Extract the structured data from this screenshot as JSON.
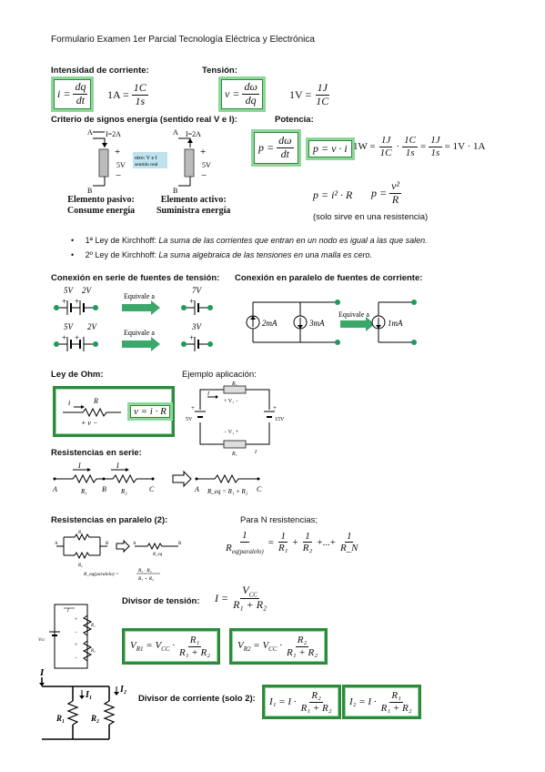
{
  "title": "Formulario Examen 1er Parcial Tecnología Eléctrica y Electrónica",
  "sections": {
    "intensidad": "Intensidad de corriente:",
    "tension": "Tensión:",
    "criterio": "Criterio de signos energía (sentido real V e I):",
    "potencia": "Potencia:",
    "serie_fuentes": "Conexión en serie de fuentes de tensión:",
    "paralelo_fuentes": "Conexión en paralelo de fuentes de corriente:",
    "ohm": "Ley de Ohm:",
    "ejemplo": "Ejemplo aplicación:",
    "res_serie": "Resistencias en serie:",
    "res_paralelo": "Resistencias en paralelo (2):",
    "para_n": "Para N resistencias;",
    "divisor_tension": "Divisor de tensión:",
    "divisor_corriente": "Divisor de corriente (solo 2):"
  },
  "formulas": {
    "i_lhs": "i =",
    "i_num": "dq",
    "i_den": "dt",
    "amp_lhs": "1A =",
    "amp_num": "1C",
    "amp_den": "1s",
    "v_lhs": "v =",
    "v_num": "dω",
    "v_den": "dq",
    "volt_lhs": "1V =",
    "volt_num": "1J",
    "volt_den": "1C",
    "p_lhs": "p =",
    "p_num": "dω",
    "p_den": "dt",
    "p_vi": "p = v · i",
    "w_lhs": "1W =",
    "w_f1n": "1J",
    "w_f1d": "1C",
    "w_f2n": "1C",
    "w_f2d": "1s",
    "w_f3n": "1J",
    "w_f3d": "1s",
    "w_rhs": "= 1V · 1A",
    "p_i2r": "p = i² · R",
    "p_v2r_lhs": "p =",
    "p_v2r_num": "v²",
    "p_v2r_den": "R",
    "solo_resistencia": "(solo sirve en una resistencia)",
    "ohm": "v = i · R",
    "rn_lhs_num": "1",
    "rn_lhs_den": "R",
    "rn_lhs_sub": "eq(paralelo)",
    "rn_terms": [
      "R₁",
      "R₂",
      "R_N"
    ],
    "rn_dots": "+...+",
    "div_i": "I =",
    "div_i_num": "V",
    "div_i_num_sub": "CC",
    "div_i_den": "R₁ + R₂",
    "vr1_lhs": "V",
    "vr1_sub": "R1",
    "vr1_mid": "= V",
    "vr1_midsub": "CC",
    "vr1_num": "R₁",
    "vr2_lhs": "V",
    "vr2_sub": "R2",
    "vr2_num": "R₂",
    "den_r1r2": "R₁ + R₂",
    "i1_lhs": "I₁ = I ·",
    "i1_num": "R₂",
    "i2_lhs": "I₂ = I ·",
    "i2_num": "R₁"
  },
  "kirchhoff": [
    {
      "label": "1ª Ley de Kirchhoff:",
      "text": "La suma de las corrientes que entran en un nodo es igual a las que salen."
    },
    {
      "label": "2º Ley de Kirchhoff:",
      "text": "La suma algebraica de las tensiones en una malla es cero."
    }
  ],
  "circuits": {
    "pasivo_title": "Elemento pasivo:",
    "pasivo_sub": "Consume energía",
    "activo_title": "Elemento activo:",
    "activo_sub": "Suministra energía",
    "note": "otro: V e I sentido real",
    "i2a": "I=2A",
    "v5": "5V",
    "node_a": "A",
    "node_b": "B",
    "node_c": "C",
    "equivale": "Equivale a",
    "s5v": "5V",
    "s2v": "2V",
    "s7v": "7V",
    "s3v": "3V",
    "ma2": "2mA",
    "ma3": "3mA",
    "ma1": "1mA",
    "r_eq": "R_eq = R₁ + R₂",
    "v15": "15V",
    "r_par_eq": "R_eq(paralelo) = R₁·R₂ / (R₁+R₂)",
    "vcc": "Vcc"
  },
  "colors": {
    "box_light": "#8fd69a",
    "box_dark": "#2d8a3c",
    "arrow": "#3aa86a",
    "node": "#1e9a5a",
    "note_bg": "#bde3ee"
  }
}
